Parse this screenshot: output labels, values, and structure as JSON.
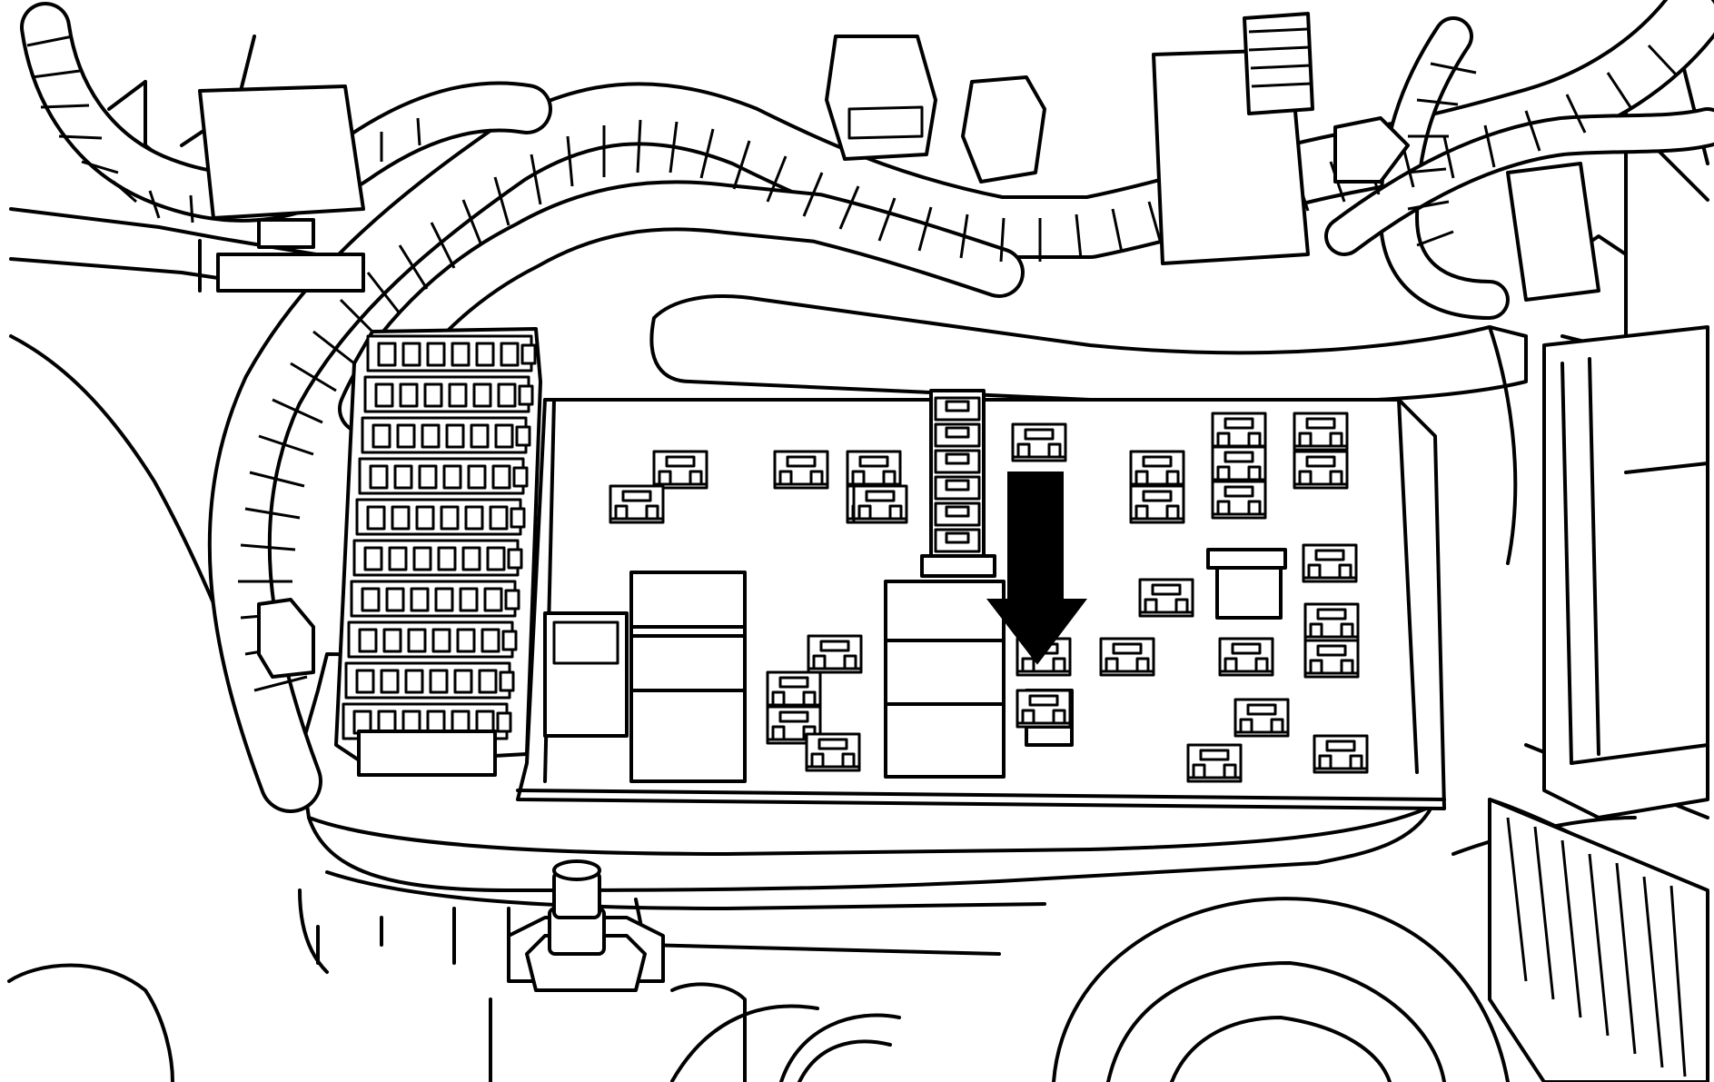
{
  "diagram": {
    "style": "line-art",
    "colors": {
      "stroke": "#000000",
      "background": "#ffffff",
      "arrow": "#000000"
    },
    "icons": [
      "fuse-block",
      "relay",
      "mini-fuse",
      "wiring-harness",
      "indicator-arrow",
      "mounting-stud"
    ],
    "callout": {
      "kind": "arrow",
      "direction": "down",
      "target": "mini-fuse"
    }
  }
}
